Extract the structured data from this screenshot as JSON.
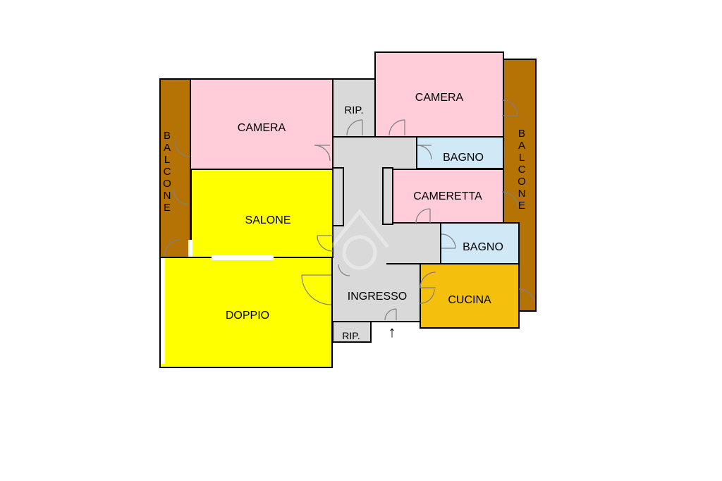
{
  "colors": {
    "bedroom": "#ffccd9",
    "bathroom": "#d1e8f7",
    "living": "#ffff00",
    "kitchen": "#f5bf0d",
    "balcony": "#b57205",
    "corridor": "#d9d9d9",
    "wall": "#000000",
    "door": "#808080"
  },
  "rooms": {
    "camera_left": "CAMERA",
    "camera_right": "CAMERA",
    "rip_top": "RIP.",
    "bagno_top": "BAGNO",
    "cameretta": "CAMERETTA",
    "salone": "SALONE",
    "bagno_mid": "BAGNO",
    "doppio": "DOPPIO",
    "ingresso": "INGRESSO",
    "cucina": "CUCINA",
    "rip_bottom": "RIP."
  },
  "balconies": {
    "left": [
      "B",
      "A",
      "L",
      "C",
      "O",
      "N",
      "E"
    ],
    "right": [
      "B",
      "A",
      "L",
      "C",
      "O",
      "N",
      "E"
    ]
  },
  "entrance": "↑"
}
